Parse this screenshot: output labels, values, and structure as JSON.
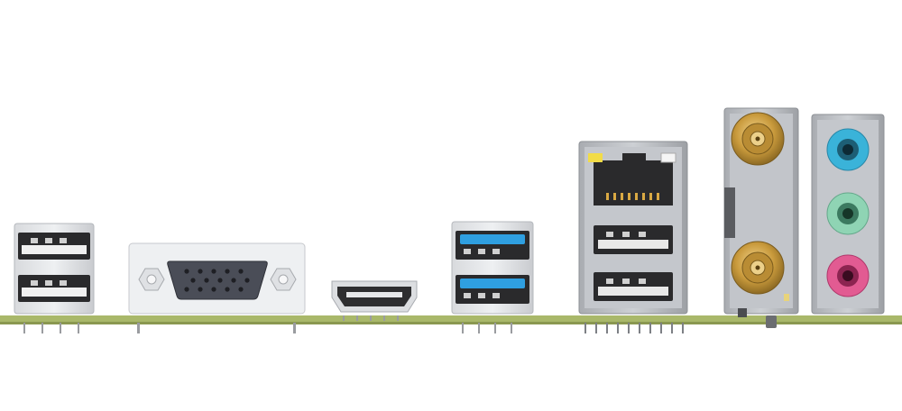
{
  "scene": {
    "background": "#ffffff",
    "pcb_color": "#a9b86a"
  },
  "ports": [
    {
      "id": "usb2-stack",
      "kind": "usb-2.0",
      "count": 2,
      "color": "#2b2b2b"
    },
    {
      "id": "vga",
      "kind": "d-sub",
      "pins": 15,
      "color": "#4a4d57"
    },
    {
      "id": "hdmi",
      "kind": "hdmi",
      "color": "#2e2e30"
    },
    {
      "id": "usb3-stack",
      "kind": "usb-3.0",
      "count": 2,
      "color": "#2f9fe0"
    },
    {
      "id": "lan-usb-stack",
      "kind": "rj45 + usb-2.0",
      "count": 3,
      "led_colors": [
        "#f2dc47",
        "#f5f5f5"
      ]
    },
    {
      "id": "wifi-antenna",
      "kind": "sma",
      "count": 2,
      "color": "#c99a3c"
    },
    {
      "id": "audio-jacks",
      "kind": "3.5mm",
      "count": 3,
      "colors": [
        "#3ab3d9",
        "#8fd4b4",
        "#e25b92"
      ]
    }
  ]
}
